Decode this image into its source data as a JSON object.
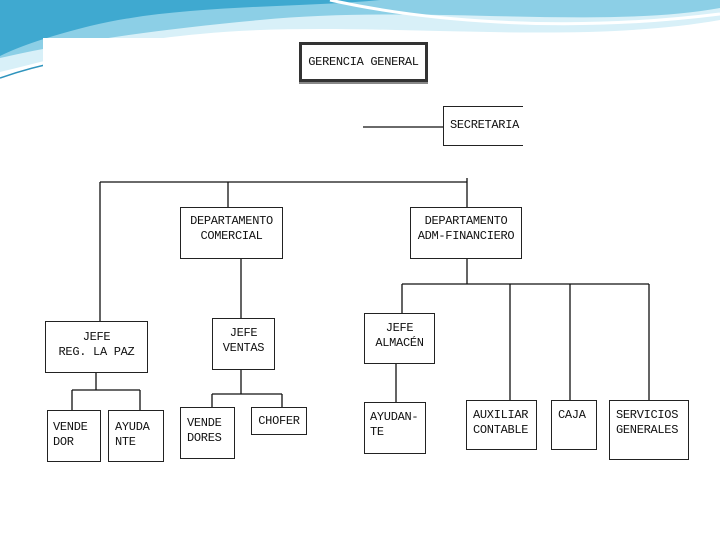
{
  "chart_data": {
    "type": "org-chart",
    "nodes": [
      {
        "id": "gerencia",
        "lines": [
          "GERENCIA GENERAL"
        ]
      },
      {
        "id": "secretaria",
        "lines": [
          "SECRETARIA"
        ]
      },
      {
        "id": "comercial",
        "lines": [
          "DEPARTAMENTO",
          "COMERCIAL"
        ]
      },
      {
        "id": "financiero",
        "lines": [
          "DEPARTAMENTO",
          "ADM-FINANCIERO"
        ]
      },
      {
        "id": "jefe-reg",
        "lines": [
          "JEFE",
          "REG. LA PAZ"
        ]
      },
      {
        "id": "jefe-ventas",
        "lines": [
          "JEFE",
          "VENTAS"
        ]
      },
      {
        "id": "jefe-almacen",
        "lines": [
          "JEFE",
          "ALMACÉN"
        ]
      },
      {
        "id": "vendedor",
        "lines": [
          "VENDE",
          "DOR"
        ]
      },
      {
        "id": "ayudante-reg",
        "lines": [
          "AYUDA",
          "NTE"
        ]
      },
      {
        "id": "vendedores",
        "lines": [
          "VENDE",
          "DORES"
        ]
      },
      {
        "id": "chofer",
        "lines": [
          "CHOFER"
        ]
      },
      {
        "id": "ayudante-alm",
        "lines": [
          "AYUDAN-",
          "TE"
        ]
      },
      {
        "id": "auxiliar",
        "lines": [
          "AUXILIAR",
          "CONTABLE"
        ]
      },
      {
        "id": "caja",
        "lines": [
          "CAJA"
        ]
      },
      {
        "id": "servicios",
        "lines": [
          "SERVICIOS",
          "GENERALES"
        ]
      }
    ],
    "edges": [
      [
        "gerencia",
        "secretaria"
      ],
      [
        "gerencia",
        "comercial"
      ],
      [
        "gerencia",
        "financiero"
      ],
      [
        "gerencia",
        "jefe-reg"
      ],
      [
        "comercial",
        "jefe-ventas"
      ],
      [
        "financiero",
        "jefe-almacen"
      ],
      [
        "financiero",
        "auxiliar"
      ],
      [
        "financiero",
        "caja"
      ],
      [
        "financiero",
        "servicios"
      ],
      [
        "jefe-reg",
        "vendedor"
      ],
      [
        "jefe-reg",
        "ayudante-reg"
      ],
      [
        "jefe-ventas",
        "vendedores"
      ],
      [
        "jefe-ventas",
        "chofer"
      ],
      [
        "jefe-almacen",
        "ayudante-alm"
      ]
    ]
  },
  "theme": {
    "band_light": "#d8f0f8",
    "band_mid": "#8ccfe6",
    "band_dark": "#3fa9d0",
    "line_color": "#111111"
  }
}
